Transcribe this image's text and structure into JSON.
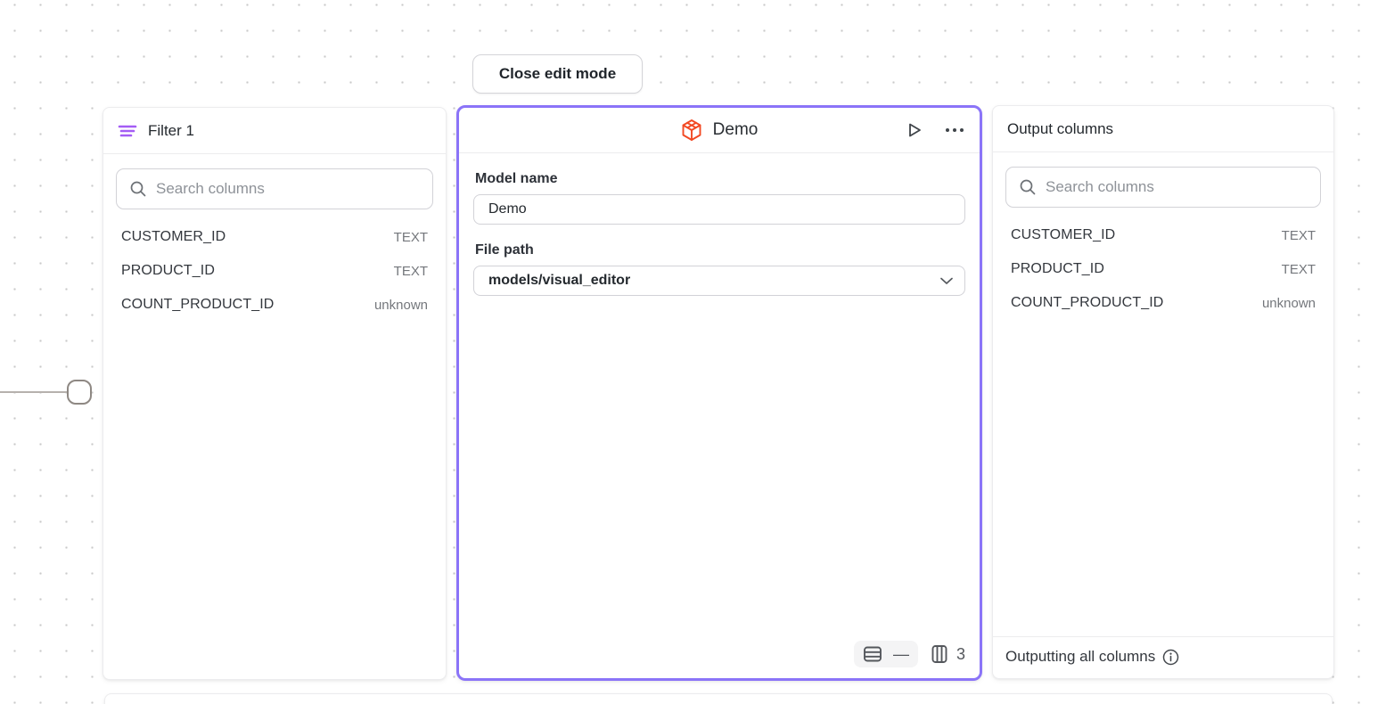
{
  "toolbar": {
    "close_button_label": "Close edit mode"
  },
  "filter_panel": {
    "title": "Filter 1",
    "search_placeholder": "Search columns",
    "columns": [
      {
        "name": "CUSTOMER_ID",
        "type": "TEXT"
      },
      {
        "name": "PRODUCT_ID",
        "type": "TEXT"
      },
      {
        "name": "COUNT_PRODUCT_ID",
        "type": "unknown"
      }
    ]
  },
  "model_panel": {
    "title": "Demo",
    "model_name_label": "Model name",
    "model_name_value": "Demo",
    "file_path_label": "File path",
    "file_path_value": "models/visual_editor",
    "row_count_display": "—",
    "column_count": "3"
  },
  "output_panel": {
    "title": "Output columns",
    "search_placeholder": "Search columns",
    "columns": [
      {
        "name": "CUSTOMER_ID",
        "type": "TEXT"
      },
      {
        "name": "PRODUCT_ID",
        "type": "TEXT"
      },
      {
        "name": "COUNT_PRODUCT_ID",
        "type": "unknown"
      }
    ],
    "footer_text": "Outputting all columns"
  },
  "colors": {
    "accent_purple_border": "#8b74f8",
    "filter_icon_purple": "#a45df5",
    "model_cube_orange": "#f24923"
  }
}
